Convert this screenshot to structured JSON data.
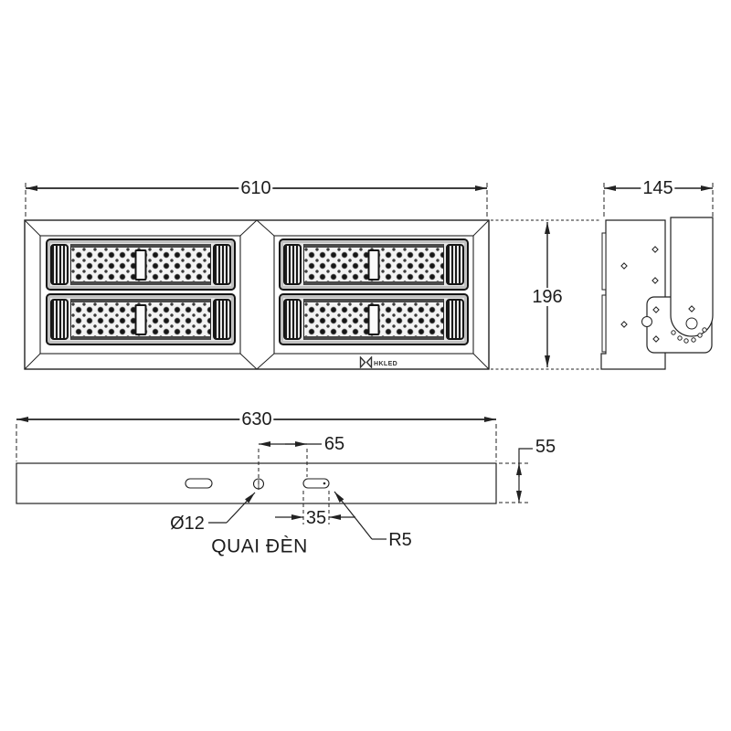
{
  "dims": {
    "front_width": "610",
    "side_depth": "145",
    "front_height": "196",
    "bottom_length": "630",
    "handle_hole_offset": "65",
    "end_plate_height": "55",
    "slot_length": "35",
    "hole_diameter": "Ø12",
    "slot_radius": "R5"
  },
  "labels": {
    "handle": "QUAI ĐÈN"
  },
  "logo": {
    "brand": "HKLED"
  },
  "colors": {
    "line": "#222222",
    "background": "#ffffff"
  }
}
